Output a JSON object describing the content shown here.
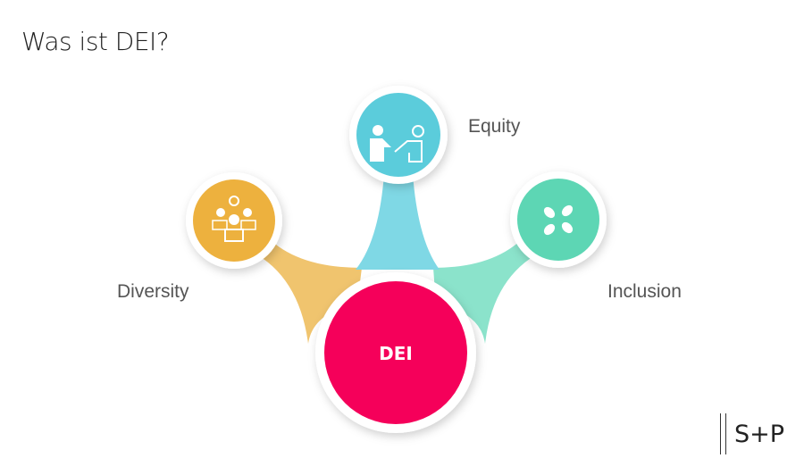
{
  "slide": {
    "title": "Was ist DEI?"
  },
  "diagram": {
    "center": {
      "label": "DEI",
      "color": "#F5005A"
    },
    "nodes": [
      {
        "label": "Diversity",
        "icon": "team-ideas-icon",
        "color": "#EDB13E"
      },
      {
        "label": "Equity",
        "icon": "handshake-icon",
        "color": "#5BCCDB"
      },
      {
        "label": "Inclusion",
        "icon": "joined-hands-icon",
        "color": "#5DD6B4"
      }
    ]
  },
  "logo": {
    "text": "S+P"
  }
}
